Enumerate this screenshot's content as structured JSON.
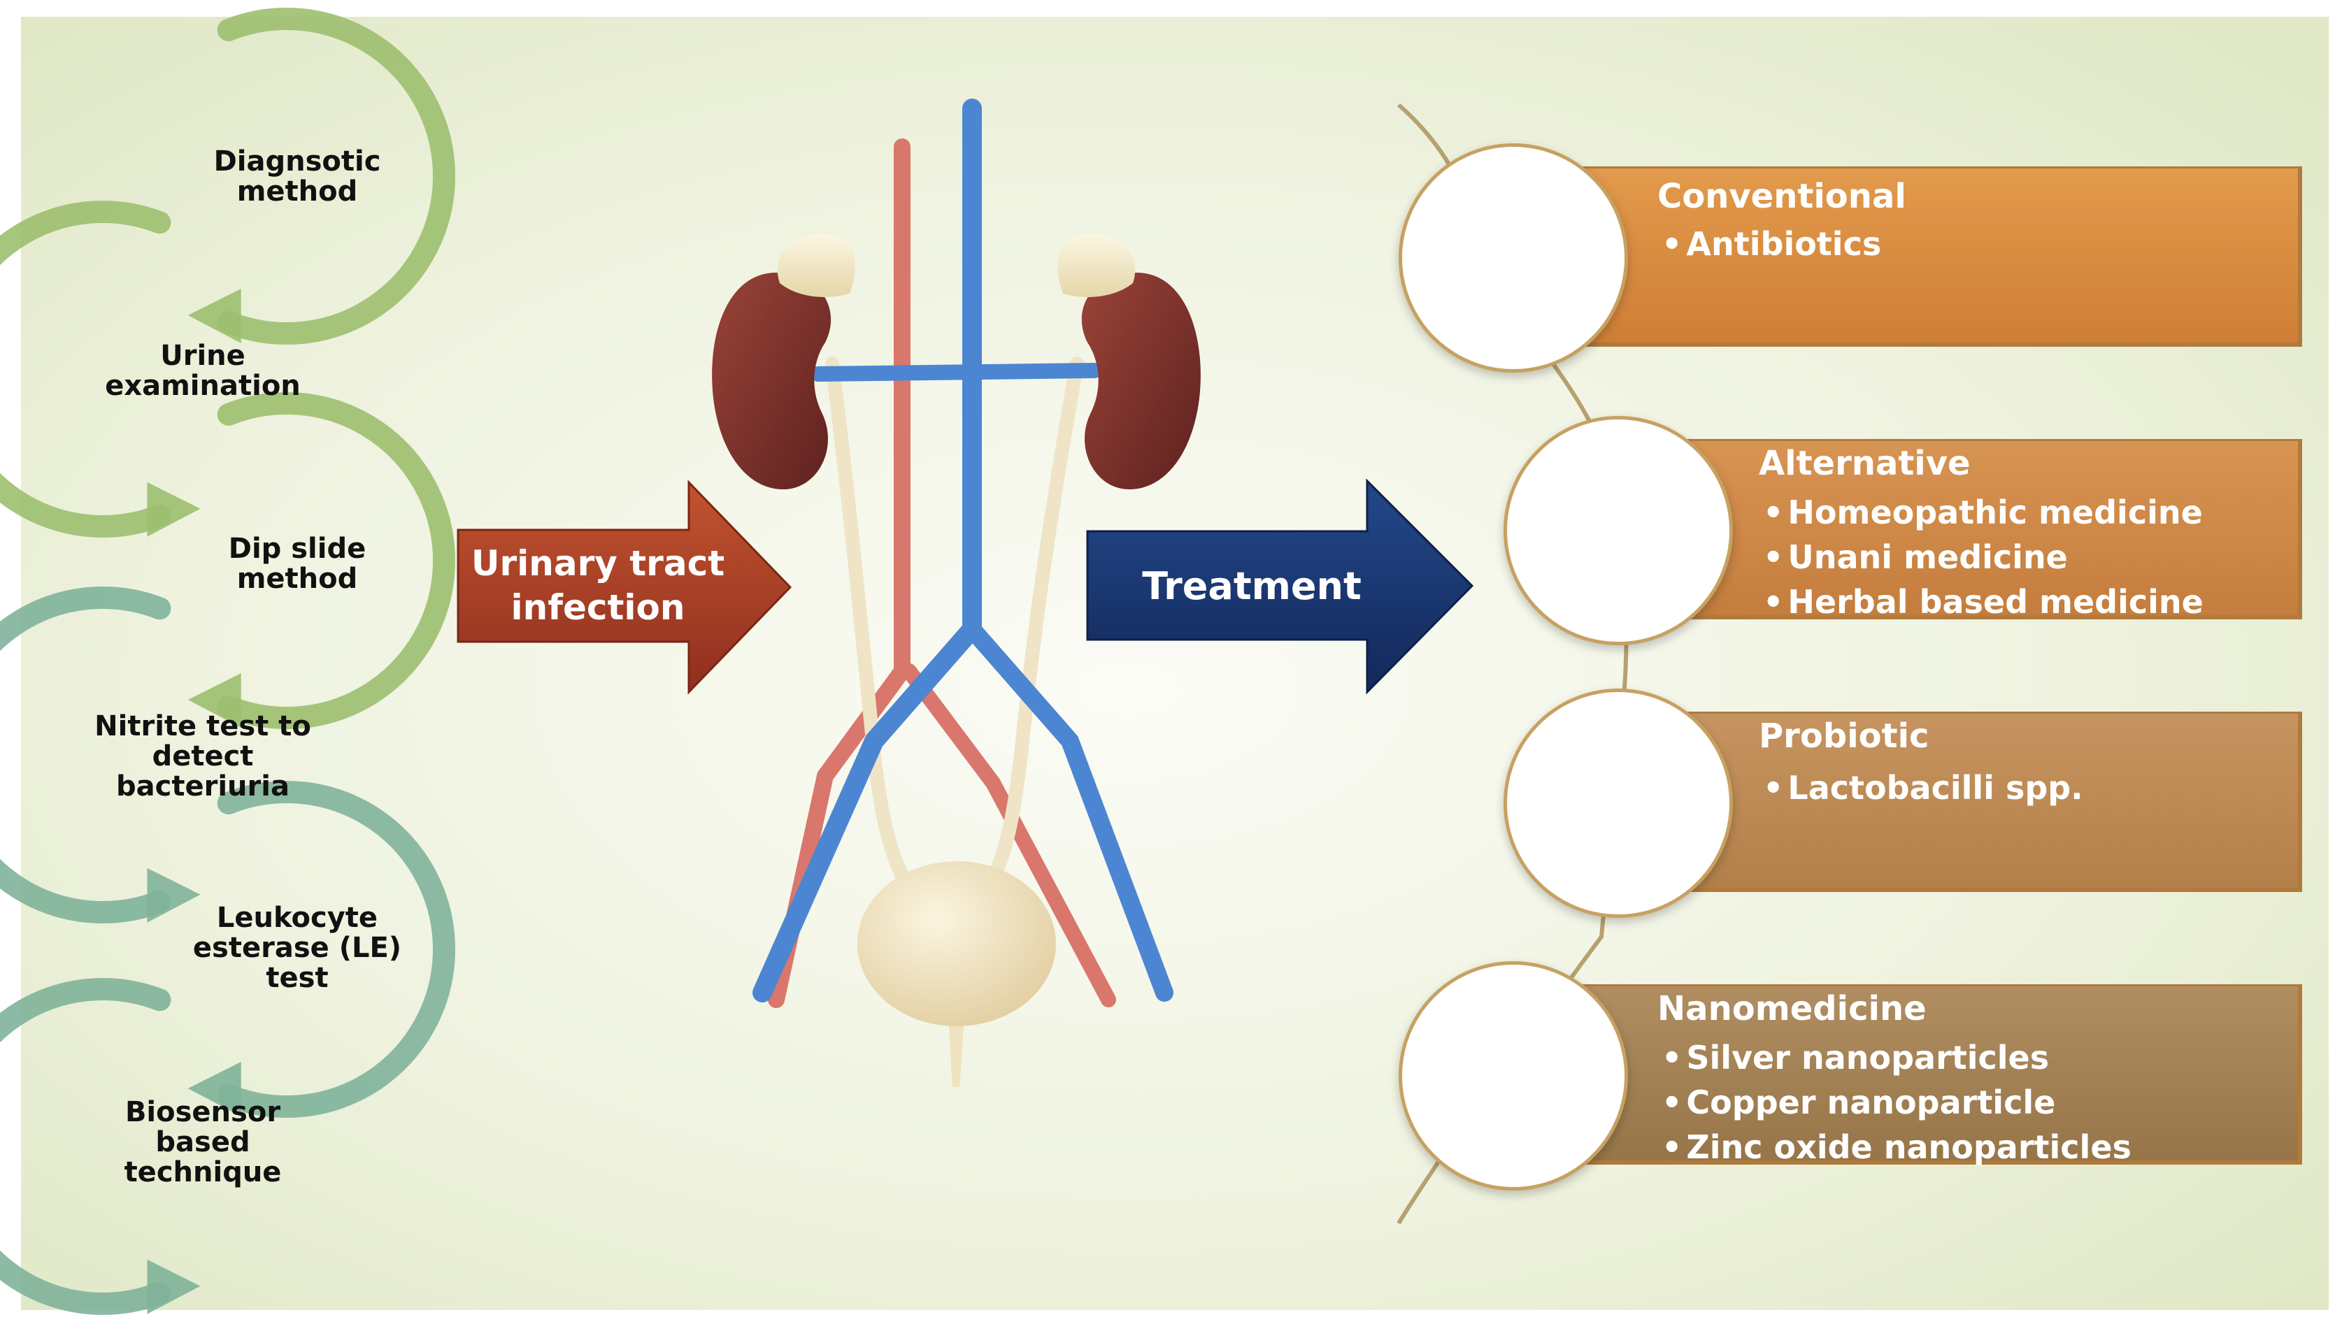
{
  "diagnostics": {
    "steps": [
      {
        "lines": [
          "Diagnsotic",
          "method"
        ]
      },
      {
        "lines": [
          "Urine",
          "examination"
        ]
      },
      {
        "lines": [
          "Dip slide",
          "method"
        ]
      },
      {
        "lines": [
          "Nitrite test to",
          "detect",
          "bacteriuria"
        ]
      },
      {
        "lines": [
          "Leukocyte",
          "esterase (LE)",
          "test"
        ]
      },
      {
        "lines": [
          "Biosensor",
          "based",
          "technique"
        ]
      }
    ]
  },
  "center": {
    "left_arrow_lines": [
      "Urinary tract",
      "infection"
    ],
    "right_arrow_label": "Treatment",
    "left_arrow_color": "#b2432b",
    "right_arrow_color": "#1b3b78"
  },
  "treatments": [
    {
      "title": "Conventional",
      "items": [
        "Antibiotics"
      ],
      "color": "#d98a3c"
    },
    {
      "title": "Alternative",
      "items": [
        "Homeopathic medicine",
        "Unani medicine",
        "Herbal based medicine"
      ],
      "color": "#cf8a45"
    },
    {
      "title": "Probiotic",
      "items": [
        "Lactobacilli spp."
      ],
      "color": "#bd8a55"
    },
    {
      "title": "Nanomedicine",
      "items": [
        "Silver nanoparticles",
        "Copper nanoparticle",
        "Zinc oxide nanoparticles"
      ],
      "color": "#a58558"
    }
  ],
  "colors": {
    "cycle_green": "#9cbf6f",
    "cycle_teal": "#7fb39a",
    "vein_blue": "#4c86d2",
    "artery_red": "#d9776c",
    "kidney": "#7c2f2b",
    "ureter": "#efe4c6",
    "bladder": "#efe2bf"
  }
}
